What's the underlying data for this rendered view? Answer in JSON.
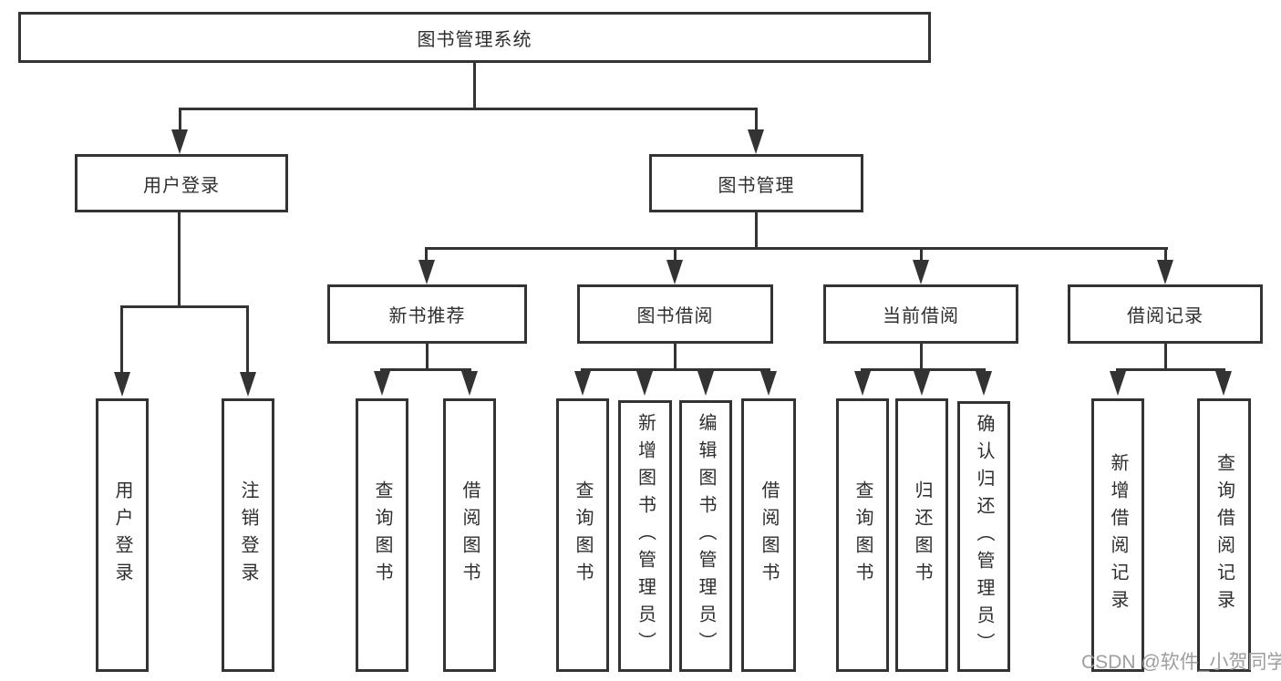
{
  "tree": {
    "root": "图书管理系统",
    "user_login": {
      "label": "用户登录",
      "children": [
        "用户登录",
        "注销登录"
      ]
    },
    "book_mgmt": {
      "label": "图书管理",
      "groups": [
        {
          "label": "新书推荐",
          "children": [
            "查询图书",
            "借阅图书"
          ]
        },
        {
          "label": "图书借阅",
          "children": [
            "查询图书",
            "新增图书（管理员）",
            "编辑图书（管理员）",
            "借阅图书"
          ]
        },
        {
          "label": "当前借阅",
          "children": [
            "查询图书",
            "归还图书",
            "确认归还（管理员）"
          ]
        },
        {
          "label": "借阅记录",
          "children": [
            "新增借阅记录",
            "查询借阅记录"
          ]
        }
      ]
    }
  },
  "watermark": "CSDN @软件_小贺同学",
  "colors": {
    "line": "#333333",
    "text": "#2e2e2e",
    "watermark": "#9e9e9e",
    "background": "#ffffff"
  }
}
